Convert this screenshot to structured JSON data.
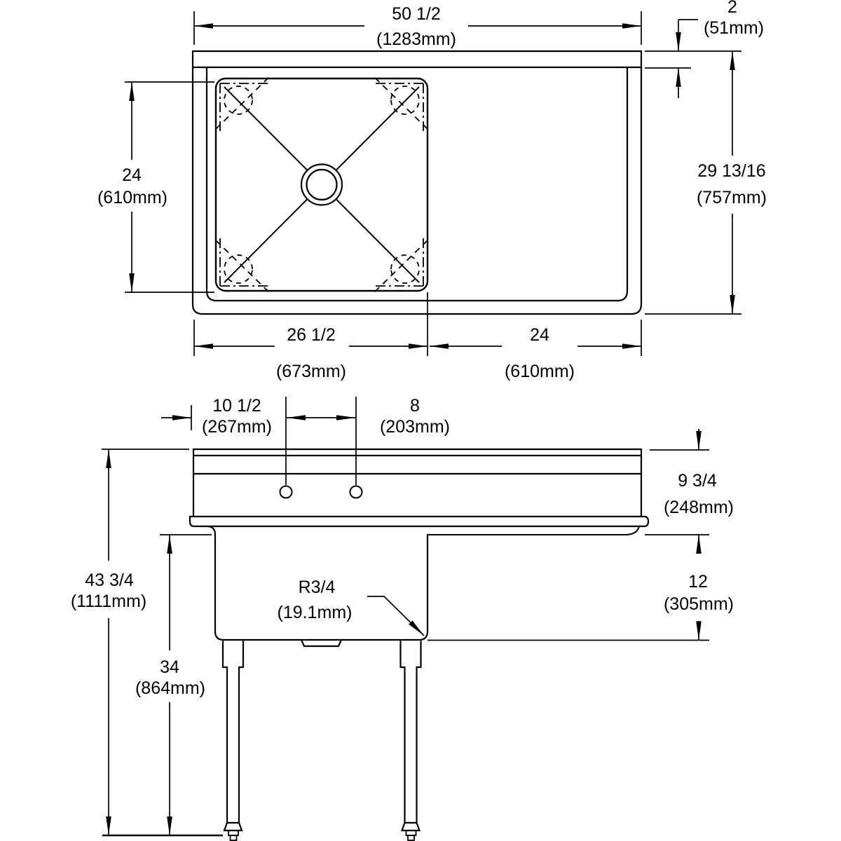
{
  "colors": {
    "line": "#000000",
    "text": "#000000",
    "background": "#ffffff"
  },
  "plan": {
    "overall_width": {
      "in": "50 1/2",
      "mm": "(1283mm)"
    },
    "splash_thickness": {
      "in": "2",
      "mm": "(51mm)"
    },
    "bowl_front_to_back": {
      "in": "24",
      "mm": "(610mm)"
    },
    "overall_front_to_back": {
      "in": "29 13/16",
      "mm": "(757mm)"
    },
    "bowl_section_width": {
      "in": "26 1/2",
      "mm": "(673mm)"
    },
    "drainboard_width": {
      "in": "24",
      "mm": "(610mm)"
    }
  },
  "elevation": {
    "faucet_hole_offset": {
      "in": "10 1/2",
      "mm": "(267mm)"
    },
    "faucet_hole_spacing": {
      "in": "8",
      "mm": "(203mm)"
    },
    "splash_to_board": {
      "in": "9 3/4",
      "mm": "(248mm)"
    },
    "bowl_depth": {
      "in": "12",
      "mm": "(305mm)"
    },
    "overall_height": {
      "in": "43 3/4",
      "mm": "(1111mm)"
    },
    "floor_to_rim": {
      "in": "34",
      "mm": "(864mm)"
    },
    "corner_radius": {
      "in": "R3/4",
      "mm": "(19.1mm)"
    }
  }
}
